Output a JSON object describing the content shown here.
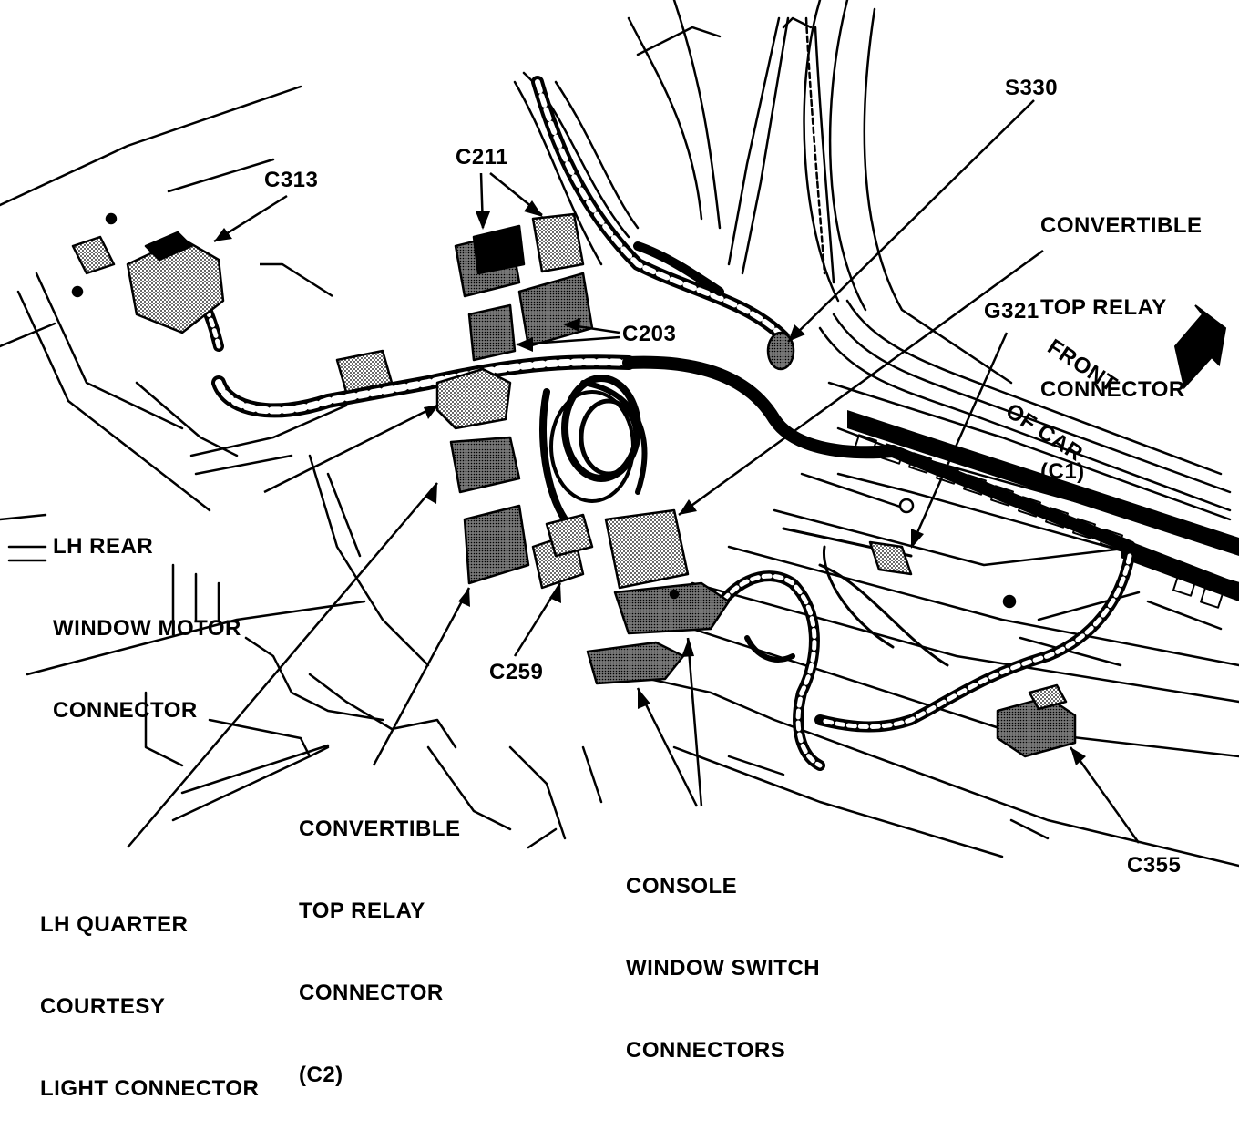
{
  "labels": {
    "c313": "C313",
    "c211": "C211",
    "c203": "C203",
    "s330": "S330",
    "g321": "G321",
    "c259": "C259",
    "c355": "C355",
    "front_of_car": [
      "FRONT",
      "OF CAR"
    ],
    "top_relay_c1": [
      "CONVERTIBLE",
      "TOP RELAY",
      "CONNECTOR",
      "(C1)"
    ],
    "top_relay_c2": [
      "CONVERTIBLE",
      "TOP RELAY",
      "CONNECTOR",
      "(C2)"
    ],
    "lh_rear_window": [
      "LH REAR",
      "WINDOW MOTOR",
      "CONNECTOR"
    ],
    "lh_quarter": [
      "LH QUARTER",
      "COURTESY",
      "LIGHT CONNECTOR"
    ],
    "console_switch": [
      "CONSOLE",
      "WINDOW SWITCH",
      "CONNECTORS"
    ]
  }
}
